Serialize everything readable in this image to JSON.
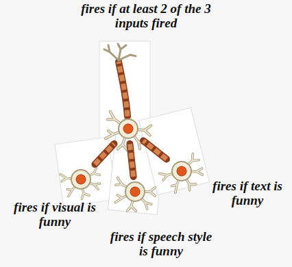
{
  "diagram": {
    "nodes": [
      {
        "text": [
          "fires if at least 2 of the 3 inputs fired"
        ]
      },
      {
        "text": [
          "fires if visual is funny"
        ]
      },
      {
        "text": [
          "fires if speech style is funny"
        ]
      },
      {
        "text": [
          "fires if text is funny"
        ]
      }
    ],
    "edges": [
      {
        "from": 1,
        "to": 0,
        "arrow": "none"
      },
      {
        "from": 2,
        "to": 0,
        "arrow": "none"
      },
      {
        "from": 3,
        "to": 0,
        "arrow": "none"
      }
    ]
  }
}
